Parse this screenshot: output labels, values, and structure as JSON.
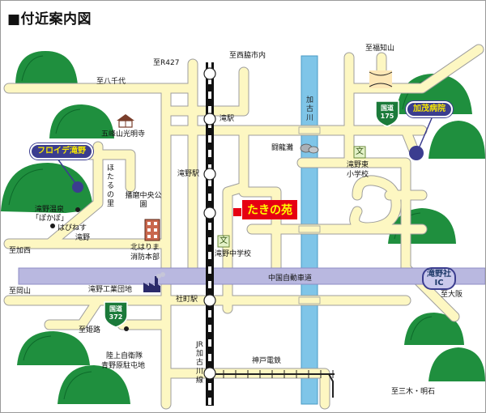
{
  "title": "■付近案内図",
  "colors": {
    "road": "#fdf7c2",
    "road_edge": "#a8a8a8",
    "river": "#7fc5e8",
    "expressway": "#b9b8e0",
    "hill": "#1f8f3e",
    "bubble": "#3b3d8f",
    "bubble_text": "#f6e600",
    "highlight": "#e60012"
  },
  "directions": {
    "r427": "至R427",
    "nishiwaki": "至西脇市内",
    "fukuchiyama": "至福知山",
    "yachiyo": "至八千代",
    "kasai": "至加西",
    "okayama": "至岡山",
    "himeji": "至姫路",
    "osaka": "至大阪",
    "sanmoku": "至三木・明石"
  },
  "stations": {
    "taki": "滝駅",
    "takino": "滝野駅",
    "yashiromachi": "社町駅"
  },
  "landmarks": {
    "komyoji": "五峰山光明寺",
    "hotaru_no_sato": "ほたるの里",
    "harima_park": "播磨中央公園",
    "onsen_1": "滝野温泉",
    "onsen_2": "「ぽかぽ」",
    "habinesu_1": "はぴねす",
    "habinesu_2": "滝野",
    "fire_dept_1": "北はりま",
    "fire_dept_2": "消防本部",
    "ryunotaki": "闘龍灘",
    "east_school_1": "滝野東",
    "east_school_2": "小学校",
    "takino_jhs": "滝野中学校",
    "industrial": "滝野工業団地",
    "sdf_1": "陸上自衛隊",
    "sdf_2": "青野原駐屯地",
    "shinden": "神戸電鉄",
    "kakogawa_line": "JR加古川線",
    "kakogawa_river": "加古川",
    "expressway": "中国自動車道"
  },
  "school_symbol": "文",
  "callouts": {
    "hospital": "加茂病院",
    "floride": "フロイデ滝野",
    "takinoen": "たきの苑",
    "ic_1": "滝野社",
    "ic_2": "IC"
  },
  "routes": {
    "r175_top": "国道",
    "r175_num": "175",
    "r372_top": "国道",
    "r372_num": "372"
  }
}
